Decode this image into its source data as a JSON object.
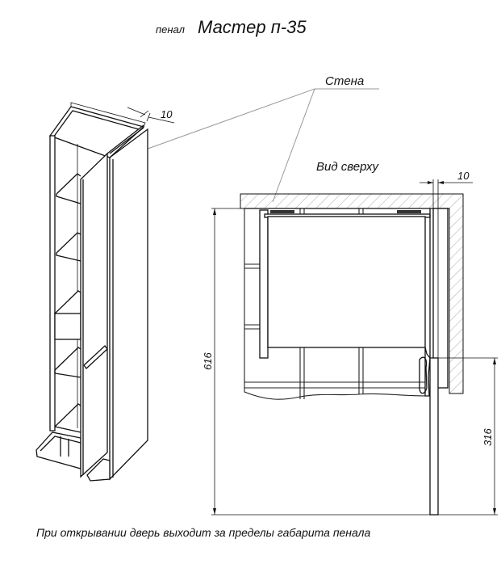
{
  "title": {
    "prefix": "пенал",
    "name": "Мастер п-35"
  },
  "labels": {
    "wall": "Стена",
    "top_view": "Вид сверху"
  },
  "dimensions": {
    "offset_iso": "10",
    "offset_top": "10",
    "depth_total": "616",
    "door_overhang": "316"
  },
  "caption": "При открывании дверь выходит за пределы габарита пенала"
}
